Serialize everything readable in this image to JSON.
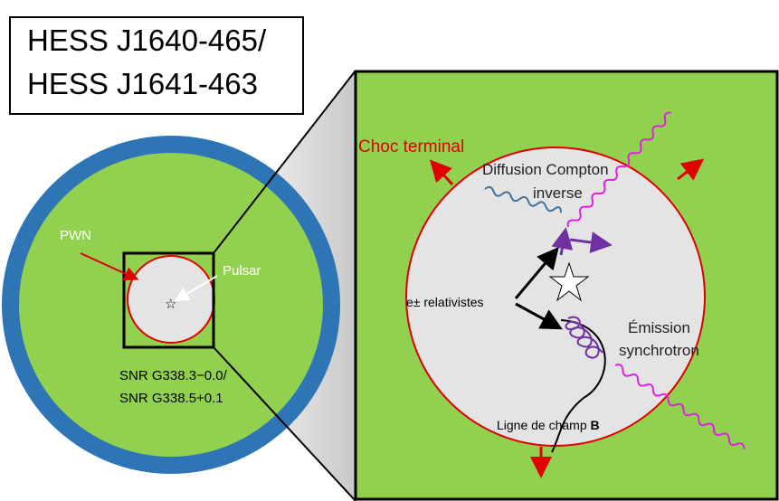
{
  "title": {
    "line1": "HESS J1640-465/",
    "line2": "HESS J1641-463"
  },
  "left_panel": {
    "pwn_label": "PWN",
    "pulsar_label": "Pulsar",
    "snr_line1": "SNR G338.3−0.0/",
    "snr_line2": "SNR G338.5+0.1"
  },
  "right_panel": {
    "termination_shock_label": "Choc terminal",
    "ic_line1": "Diffusion Compton",
    "ic_line2": "inverse",
    "electrons_label": "e± relativistes",
    "synchrotron_line1": "Émission",
    "synchrotron_line2": "synchrotron",
    "field_line_text": "Ligne de champ",
    "field_line_symbol": "B"
  },
  "colors": {
    "green": "#92d050",
    "blue": "#2e75b6",
    "red": "#e00000",
    "grey": "#e4e4e4",
    "magenta": "#e020e0",
    "purple": "#7030a0",
    "steel_blue": "#41719c"
  },
  "icons": [
    "star-icon",
    "wave-photon-icon",
    "helix-icon",
    "arrow-icon"
  ]
}
